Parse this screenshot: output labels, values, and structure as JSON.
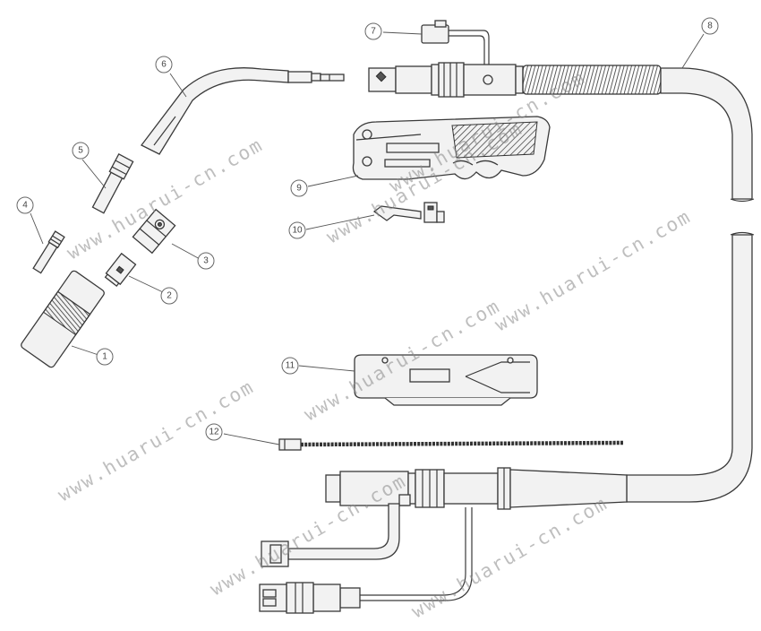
{
  "callouts": [
    {
      "id": "c1",
      "text": "1"
    },
    {
      "id": "c2",
      "text": "2"
    },
    {
      "id": "c3",
      "text": "3"
    },
    {
      "id": "c4",
      "text": "4"
    },
    {
      "id": "c5",
      "text": "5"
    },
    {
      "id": "c6",
      "text": "6"
    },
    {
      "id": "c7",
      "text": "7"
    },
    {
      "id": "c8",
      "text": "8"
    },
    {
      "id": "c9",
      "text": "9"
    },
    {
      "id": "c10",
      "text": "10"
    },
    {
      "id": "c11",
      "text": "11"
    },
    {
      "id": "c12",
      "text": "12"
    }
  ],
  "watermark": {
    "text": "www.huarui-cn.com"
  }
}
